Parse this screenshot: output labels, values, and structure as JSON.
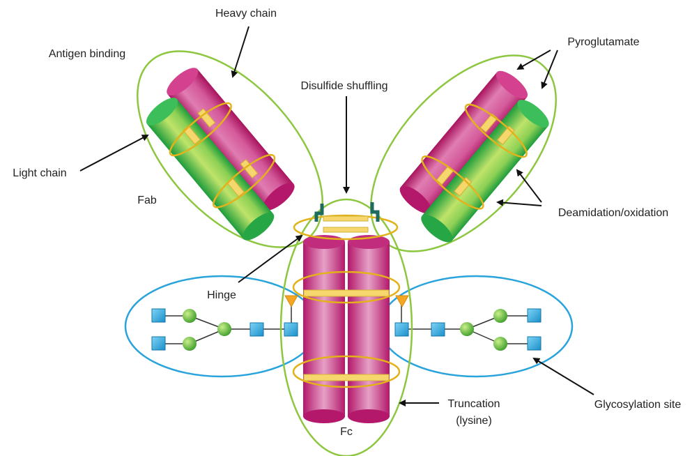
{
  "labels": {
    "heavy_chain": "Heavy chain",
    "antigen_binding": "Antigen binding",
    "pyroglutamate": "Pyroglutamate",
    "disulfide_shuffling": "Disulfide shuffling",
    "light_chain": "Light chain",
    "fab": "Fab",
    "deamidation_oxidation": "Deamidation/oxidation",
    "hinge": "Hinge",
    "truncation_line1": "Truncation",
    "truncation_line2": "(lysine)",
    "glycosylation_site": "Glycosylation site",
    "fc": "Fc"
  },
  "colors": {
    "heavy_chain": "#c8267a",
    "light_chain": "#2fae47",
    "domain_outline": "#8dc63f",
    "glycan_outline": "#29a3dc",
    "disulfide_bond": "#f5d76e",
    "gold_ring": "#e3b21b",
    "hinge_bracket": "#1c6b5e",
    "glcnac_square": "#29a8e0",
    "mannose_circle": "#5bb83a",
    "fucose_triangle": "#f5a623"
  },
  "icons": {
    "glcnac": "blue-square",
    "mannose": "green-circle",
    "fucose": "orange-triangle"
  }
}
